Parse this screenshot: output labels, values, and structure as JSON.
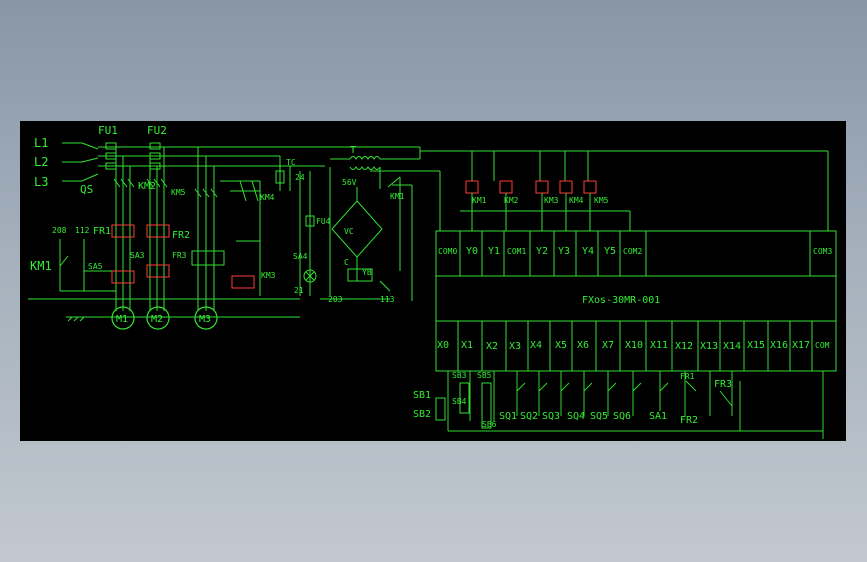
{
  "power": {
    "lines": [
      "L1",
      "L2",
      "L3"
    ],
    "fuses": [
      "FU1",
      "FU2",
      "FU4"
    ],
    "qs": "QS",
    "contactors": [
      "KM1",
      "KM2",
      "KM5",
      "KM4",
      "KM3"
    ],
    "thermal": [
      "FR1",
      "FR2",
      "FR3"
    ],
    "switch_sa3": "SA3",
    "switch_sa5": "SA5",
    "motors": [
      "M1",
      "M2",
      "M3"
    ],
    "n208": "208",
    "n112": "112",
    "km1_label": "KM1",
    "tc": "TC",
    "t": "T",
    "v56": "56V",
    "vc": "VC",
    "sa4": "SA4",
    "c": "C",
    "yb": "YB",
    "n203": "203",
    "n113": "113",
    "n21": "21",
    "n24": "24"
  },
  "plc": {
    "model": "FXos-30MR-001",
    "outputs": [
      "COM0",
      "Y0",
      "Y1",
      "COM1",
      "Y2",
      "Y3",
      "Y4",
      "Y5",
      "COM2",
      "COM3"
    ],
    "output_coils": [
      "KM1",
      "KM2",
      "KM3",
      "KM4",
      "KM5"
    ],
    "inputs": [
      "X0",
      "X1",
      "X2",
      "X3",
      "X4",
      "X5",
      "X6",
      "X7",
      "X10",
      "X11",
      "X12",
      "X13",
      "X14",
      "X15",
      "X16",
      "X17",
      "COM"
    ],
    "switches": [
      "SB1",
      "SB2",
      "SB3",
      "SB4",
      "SB5",
      "SB6",
      "SQ1",
      "SQ2",
      "SQ3",
      "SQ4",
      "SQ5",
      "SQ6",
      "SA1",
      "FR1",
      "FR2",
      "FR3"
    ]
  }
}
